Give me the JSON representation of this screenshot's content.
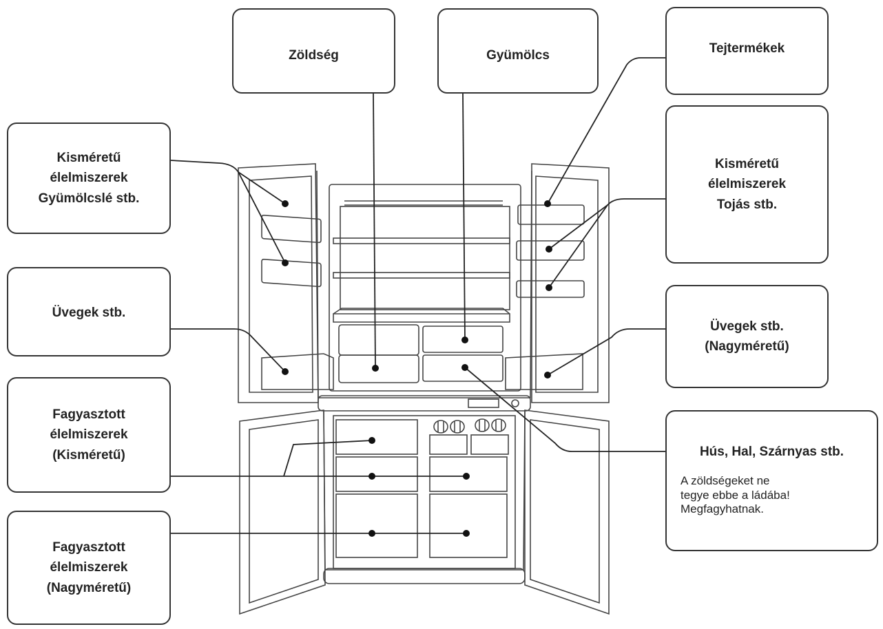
{
  "labels": {
    "vegetables": "Zöldség",
    "fruit": "Gyümölcs",
    "dairy": "Tejtermékek",
    "small_left": [
      "Kisméretű",
      "élelmiszerek",
      "Gyümölcslé stb."
    ],
    "small_right": [
      "Kisméretű",
      "élelmiszerek",
      "Tojás stb."
    ],
    "bottles_left": "Üvegek stb.",
    "bottles_right": [
      "Üvegek stb.",
      "(Nagyméretű)"
    ],
    "frozen_small": [
      "Fagyasztott",
      "élelmiszerek",
      "(Kisméretű)"
    ],
    "frozen_large": [
      "Fagyasztott",
      "élelmiszerek",
      "(Nagyméretű)"
    ],
    "meat": "Hús, Hal, Szárnyas stb.",
    "meat_note": [
      "A zöldségeket ne",
      "tegye ebbe a ládába!",
      "Megfagyhatnak."
    ]
  }
}
